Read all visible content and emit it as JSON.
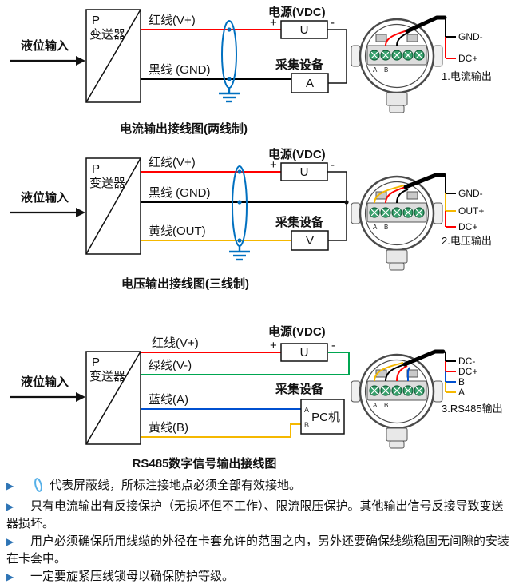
{
  "colors": {
    "red": "#ff0000",
    "black": "#000000",
    "yellow": "#f5b800",
    "green": "#00a651",
    "blue": "#0050d0",
    "shield_blue": "#0070c0",
    "bullet_blue": "#2e74b5",
    "terminal_green": "#36a06b"
  },
  "bullet": "▶",
  "connector": {
    "term_a": "A",
    "term_b": "B"
  },
  "diagrams": [
    {
      "input_label": "液位输入",
      "transmitter_p": "P",
      "transmitter_name": "变送器",
      "wire1": "红线(V+)",
      "wire2": "黑线 (GND)",
      "power_title": "电源(VDC)",
      "power_plus": "+",
      "power_minus": "-",
      "power_unit": "U",
      "collector_title": "采集设备",
      "collector_unit": "A",
      "terminals": [
        "GND-",
        "DC+"
      ],
      "output_label": "1.电流输出",
      "caption": "电流输出接线图(两线制)"
    },
    {
      "input_label": "液位输入",
      "transmitter_p": "P",
      "transmitter_name": "变送器",
      "wire1": "红线(V+)",
      "wire2": "黑线 (GND)",
      "wire3": "黄线(OUT)",
      "power_title": "电源(VDC)",
      "power_plus": "+",
      "power_minus": "-",
      "power_unit": "U",
      "collector_title": "采集设备",
      "collector_unit": "V",
      "terminals": [
        "GND-",
        "OUT+",
        "DC+"
      ],
      "output_label": "2.电压输出",
      "caption": "电压输出接线图(三线制)"
    },
    {
      "input_label": "液位输入",
      "transmitter_p": "P",
      "transmitter_name": "变送器",
      "wire1": "红线(V+)",
      "wire2": "绿线(V-)",
      "wire3": "蓝线(A)",
      "wire4": "黄线(B)",
      "power_title": "电源(VDC)",
      "power_plus": "+",
      "power_minus": "-",
      "power_unit": "U",
      "collector_title": "采集设备",
      "collector_pc": "PC机",
      "port_a": "A",
      "port_b": "B",
      "terminals": [
        "DC-",
        "DC+",
        "B",
        "A"
      ],
      "output_label": "3.RS485输出",
      "caption": "RS485数字信号输出接线图"
    }
  ],
  "notes": [
    {
      "has_icon": true,
      "text": "代表屏蔽线，所标注接地点必须全部有效接地。"
    },
    {
      "has_icon": false,
      "text": "只有电流输出有反接保护（无损坏但不工作）、限流限压保护。其他输出信号反接导致变送器损坏。"
    },
    {
      "has_icon": false,
      "text": "用户必须确保所用线缆的外径在卡套允许的范围之内，另外还要确保线缆稳固无间隙的安装在卡套中。"
    },
    {
      "has_icon": false,
      "text": "一定要旋紧压线锁母以确保防护等级。"
    }
  ]
}
